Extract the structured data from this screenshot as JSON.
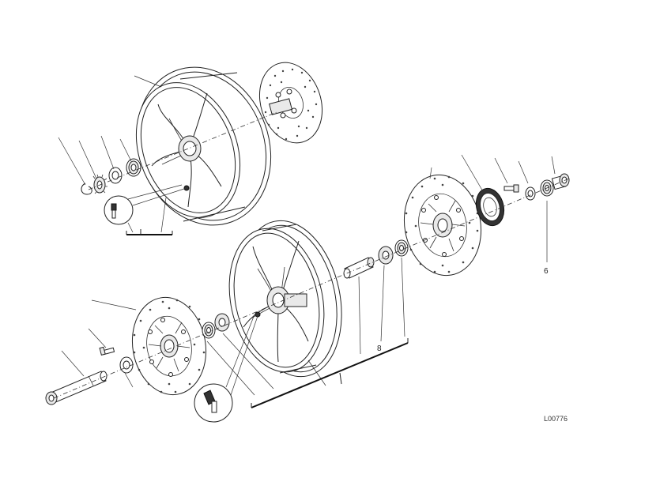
{
  "diagram": {
    "callouts": {
      "part_6": "6",
      "part_8": "8"
    },
    "drawing_code": "L00776"
  }
}
